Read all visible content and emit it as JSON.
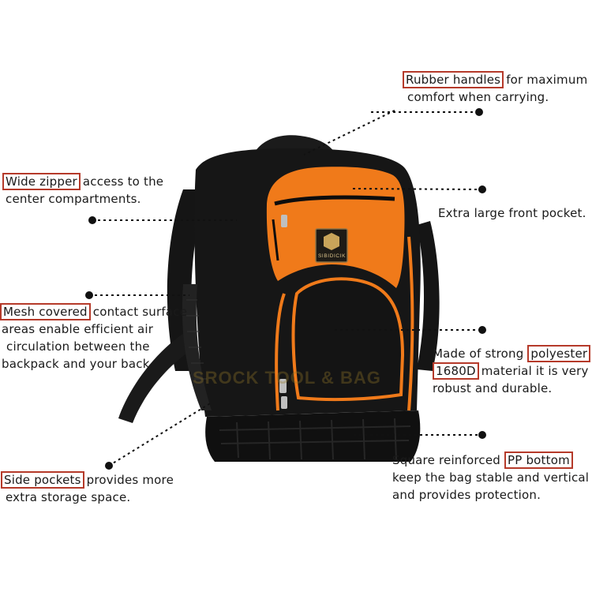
{
  "watermark": "SROCK TOOL & BAG",
  "product": {
    "brand_label": "SIBIDICIK"
  },
  "callouts": {
    "rubber_handles": {
      "highlight": "Rubber handles",
      "line1_rest": "for maximum",
      "line2": "comfort when carrying."
    },
    "wide_zipper": {
      "highlight": "Wide zipper",
      "line1_rest": "access to the",
      "line2": "center compartments."
    },
    "front_pocket": {
      "text": "Extra large front pocket."
    },
    "mesh_covered": {
      "highlight": "Mesh covered",
      "line1_rest": "contact surface",
      "line2": "areas enable efficient air",
      "line3": "circulation between the",
      "line4": "backpack and your back."
    },
    "polyester": {
      "line1_pre": "Made of strong",
      "highlight1": "polyester",
      "highlight2": "1680D",
      "line2_rest": "material it is very",
      "line3": "robust and durable."
    },
    "side_pockets": {
      "highlight": "Side pockets",
      "line1_rest": "provides more",
      "line2": "extra storage space."
    },
    "pp_bottom": {
      "line1_pre": "Square reinforced",
      "highlight": "PP bottom",
      "line2": "keep the bag stable and vertical",
      "line3": "and provides protection."
    }
  },
  "colors": {
    "accent_orange": "#f07a1a",
    "body_black": "#161616",
    "highlight_box": "#b53a2a",
    "leader_line": "#111111"
  }
}
